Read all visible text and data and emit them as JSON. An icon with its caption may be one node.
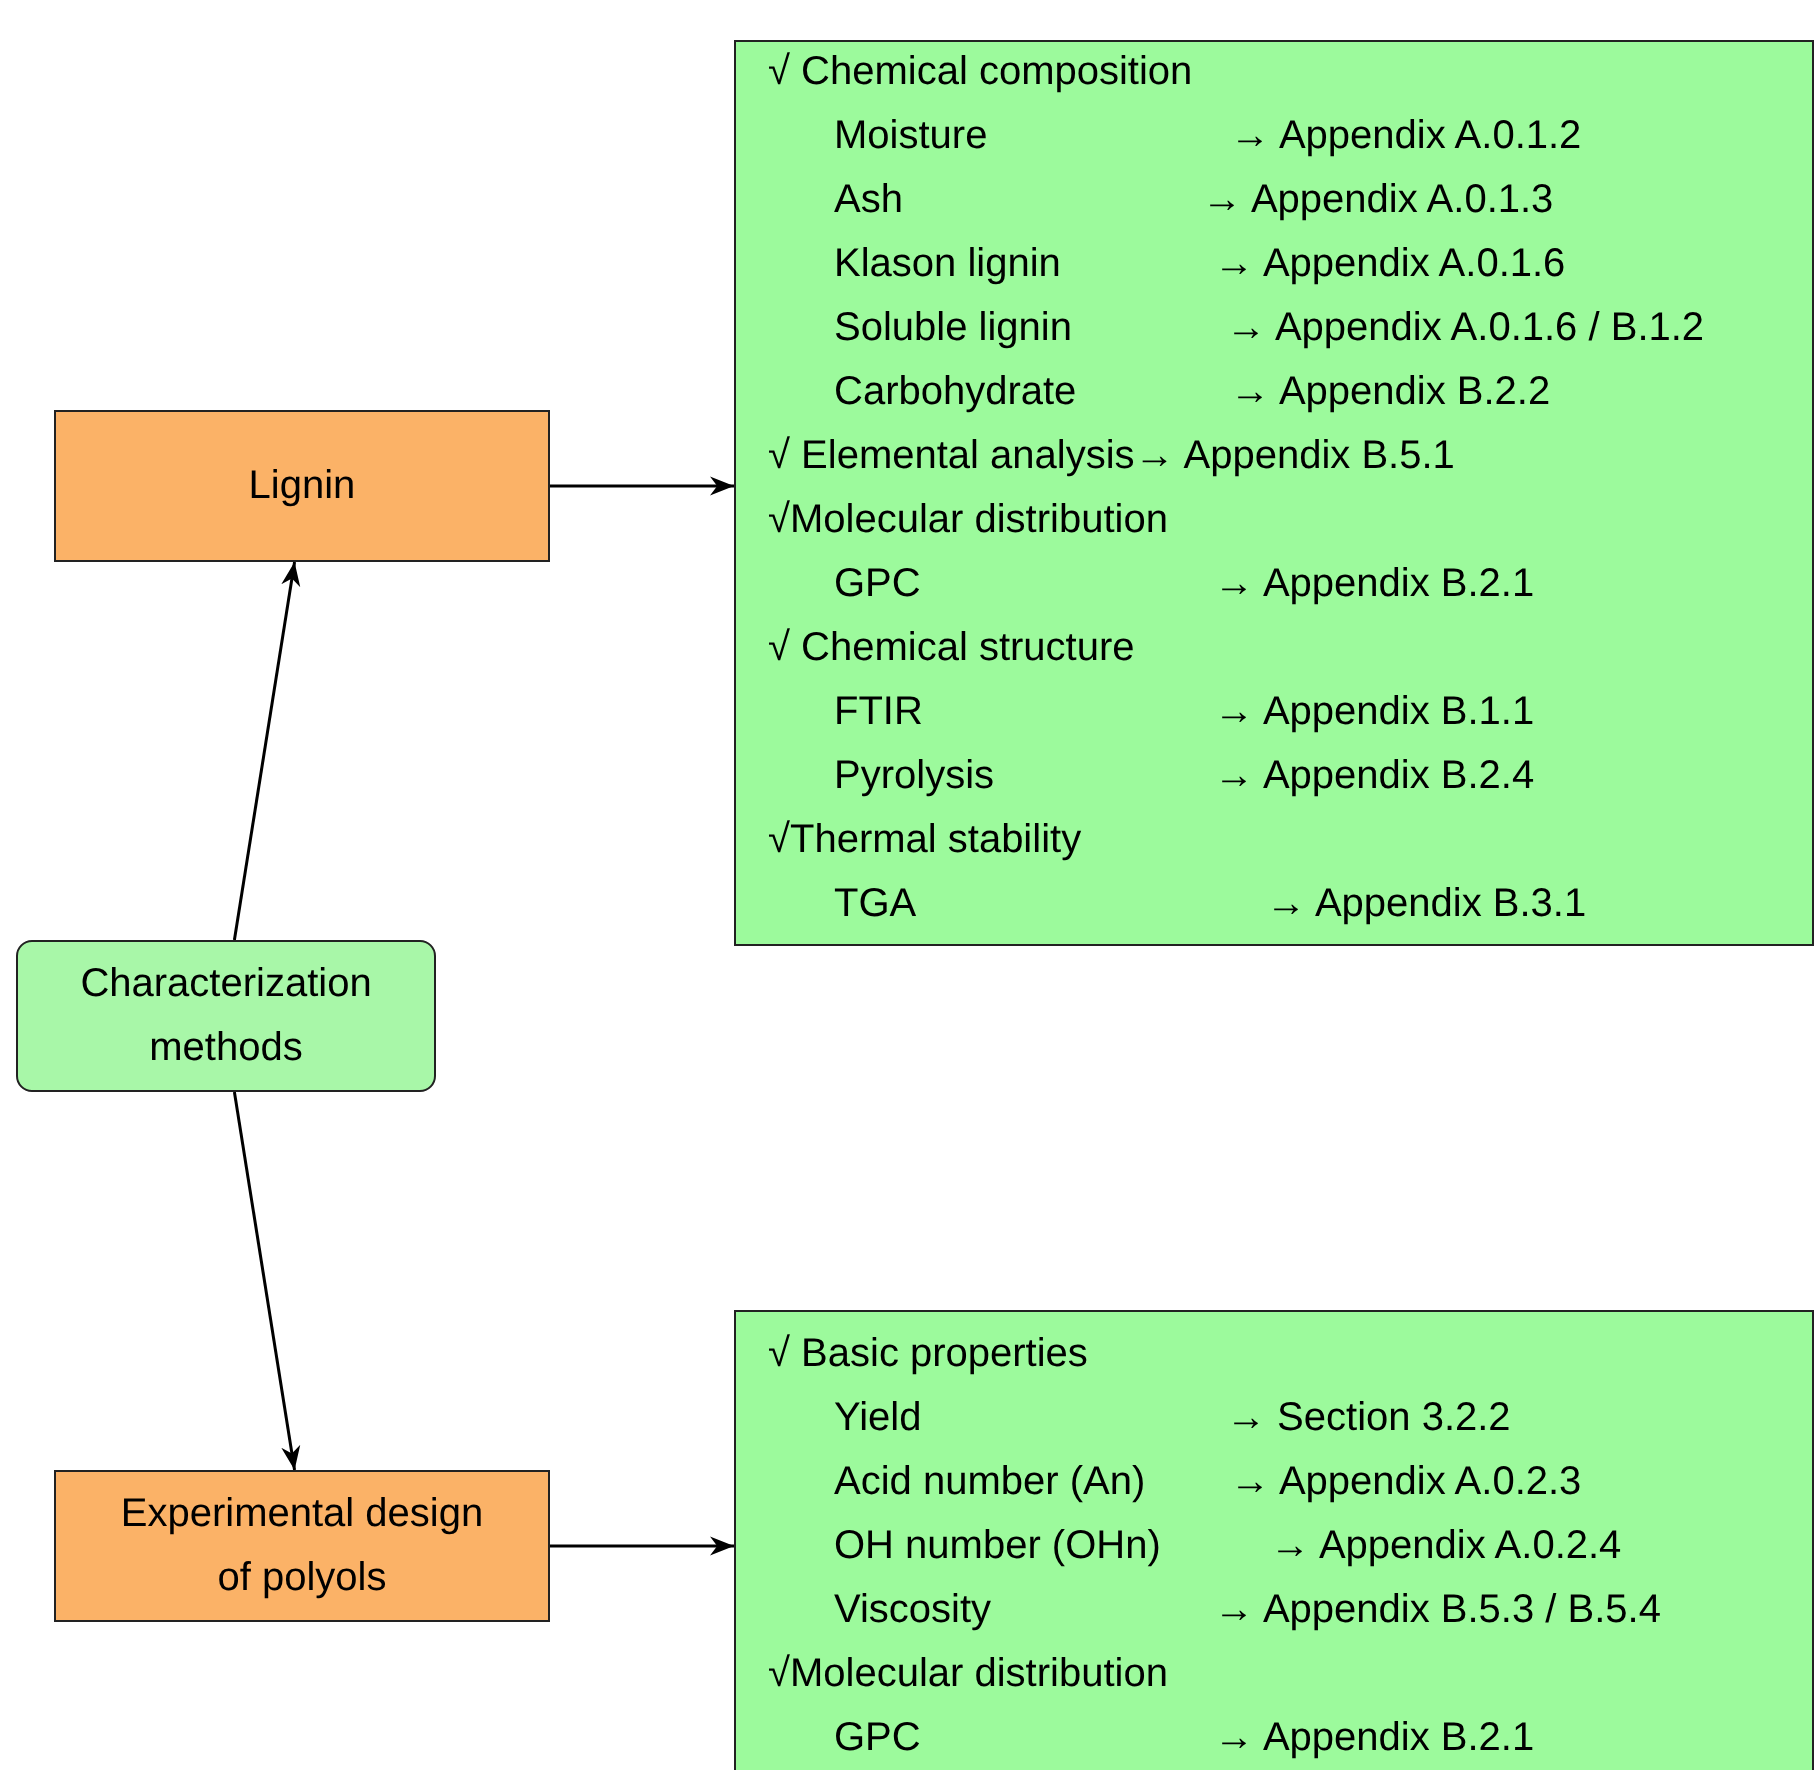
{
  "diagram": {
    "nodes": [
      {
        "text": [
          "Lignin"
        ]
      },
      {
        "text": [
          "√ Chemical composition",
          "Moisture",
          "→ Appendix A.0.1.2",
          "Ash",
          "→ Appendix A.0.1.3",
          "Klason lignin",
          "→ Appendix A.0.1.6",
          "Soluble lignin",
          "→ Appendix A.0.1.6 / B.1.2",
          "Carbohydrate",
          "→ Appendix B.2.2",
          "√ Elemental analysis→ Appendix B.5.1",
          "√Molecular distribution",
          "GPC",
          "→ Appendix B.2.1",
          "√ Chemical structure",
          "FTIR",
          "→ Appendix B.1.1",
          "Pyrolysis",
          "→ Appendix B.2.4",
          "√Thermal stability",
          "TGA",
          "→ Appendix B.3.1"
        ]
      },
      {
        "text": [
          "Characterization methods"
        ]
      },
      {
        "text": [
          "Experimental design of polyols"
        ]
      },
      {
        "text": [
          "√ Basic properties",
          "Yield",
          "→ Section 3.2.2",
          "Acid number (An)",
          "→ Appendix A.0.2.3",
          "OH number (OHn)",
          "→ Appendix A.0.2.4",
          "Viscosity",
          "→ Appendix B.5.3 / B.5.4",
          "√Molecular distribution",
          "GPC",
          "→ Appendix B.2.1"
        ]
      }
    ],
    "edges": [
      {
        "from": 2,
        "to": 0,
        "arrow": "to"
      },
      {
        "from": 2,
        "to": 3,
        "arrow": "to"
      },
      {
        "from": 0,
        "to": 1,
        "arrow": "to"
      },
      {
        "from": 3,
        "to": 4,
        "arrow": "to"
      }
    ]
  }
}
